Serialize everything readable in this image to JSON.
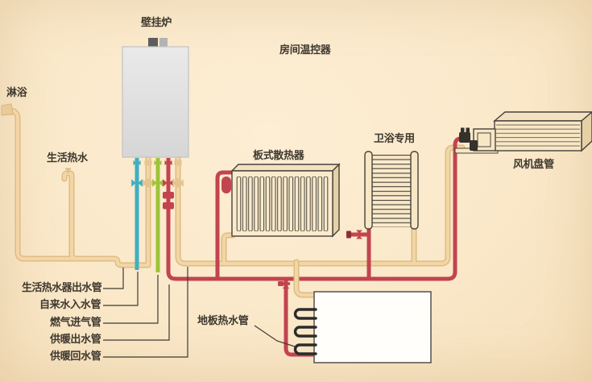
{
  "diagram": {
    "type": "heating-system-schematic",
    "devices": {
      "boiler": {
        "label": "壁挂炉"
      },
      "room_thermostat": {
        "label": "房间温控器"
      },
      "shower": {
        "label": "淋浴"
      },
      "domestic_hot_water_tap": {
        "label": "生活热水"
      },
      "panel_radiator": {
        "label": "板式散热器"
      },
      "bathroom_towel_radiator": {
        "label": "卫浴专用"
      },
      "fan_coil": {
        "label": "风机盘管"
      },
      "floor_heating": {
        "label": "地板热水管"
      }
    },
    "pipe_labels": [
      {
        "label": "生活热水器出水管",
        "color": "#f2d6a4"
      },
      {
        "label": "自来水入水管",
        "color": "#3fafc2"
      },
      {
        "label": "燃气进气管",
        "color": "#9dc438"
      },
      {
        "label": "供暖出水管",
        "color": "#c2444f"
      },
      {
        "label": "供暖回水管",
        "color": "#f2d6a4"
      }
    ],
    "icons": {
      "shower_head": "shower-head-icon",
      "faucet": "faucet-icon",
      "valve": "valve-icon",
      "chimney": "flue-pipe-icon"
    },
    "colors": {
      "background": "#fae8c9",
      "hot_water_pipe": "#f2d6a4",
      "hot_water_pipe_border": "#dcb983",
      "cold_water_pipe": "#3fafc2",
      "gas_pipe": "#9dc438",
      "heating_supply_pipe": "#c2444f",
      "device_outline": "#46413a",
      "boiler_body": "#e3e3e3",
      "floor_box": "#fffefb",
      "label_text": "#3e382f"
    }
  }
}
